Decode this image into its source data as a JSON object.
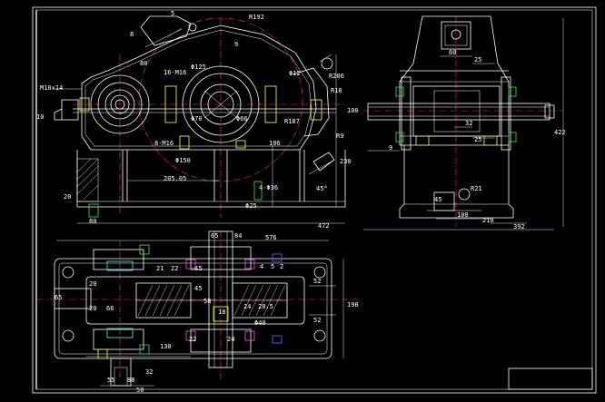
{
  "drawing": {
    "colors": {
      "background": "#000000",
      "outline": "#ffffff",
      "centerline": "#ff3a3a",
      "yellow": "#f0ea32",
      "green": "#35d435",
      "cyan": "#39e0e0",
      "magenta": "#e44ae4",
      "blue": "#3c6cff"
    },
    "front_view": {
      "labels": {
        "r192": "R192",
        "r206": "R206",
        "r10": "R10",
        "r9": "R9",
        "r187": "R187",
        "m10x14": "M10×14",
        "d16m16": "16-M16",
        "phi125": "Φ125",
        "phi70": "Φ70",
        "phi66": "Φ66",
        "phi150": "Φ150",
        "phi12": "Φ12",
        "m16": "8-M16",
        "n10": "10",
        "n80": "80",
        "n9": "9",
        "n5": "5",
        "n100": "100",
        "n106": "106",
        "n230": "230",
        "n472": "472",
        "n205": "205.05",
        "n4d36": "4-Φ36",
        "phi25": "Φ25",
        "a45": "45°",
        "n8": "8",
        "n20": "20",
        "n80b": "80"
      }
    },
    "side_view": {
      "labels": {
        "n60": "60",
        "n25a": "25",
        "n32": "32",
        "n25b": "25",
        "n9": "9",
        "n422": "422",
        "n45": "45",
        "r21": "R21",
        "n100": "100",
        "n210": "210",
        "n392": "392"
      }
    },
    "top_view": {
      "labels": {
        "n576": "576",
        "n65": "65",
        "n84": "84",
        "n22": "22",
        "n21": "21",
        "n45": "45",
        "n4": "4",
        "n5": "5",
        "n2": "2",
        "n52a": "52",
        "n52b": "52",
        "n198": "198",
        "n20a": "20",
        "n20b": "20",
        "n66": "66",
        "n45b": "45",
        "n58": "58",
        "n18": "18",
        "n24": "24",
        "n285": "28.5",
        "phi40": "Φ40",
        "n130": "130",
        "n55": "55",
        "n88": "88",
        "n32": "32",
        "n50": "50",
        "n24b": "24",
        "n22b": "22",
        "n65b": "65"
      }
    }
  }
}
